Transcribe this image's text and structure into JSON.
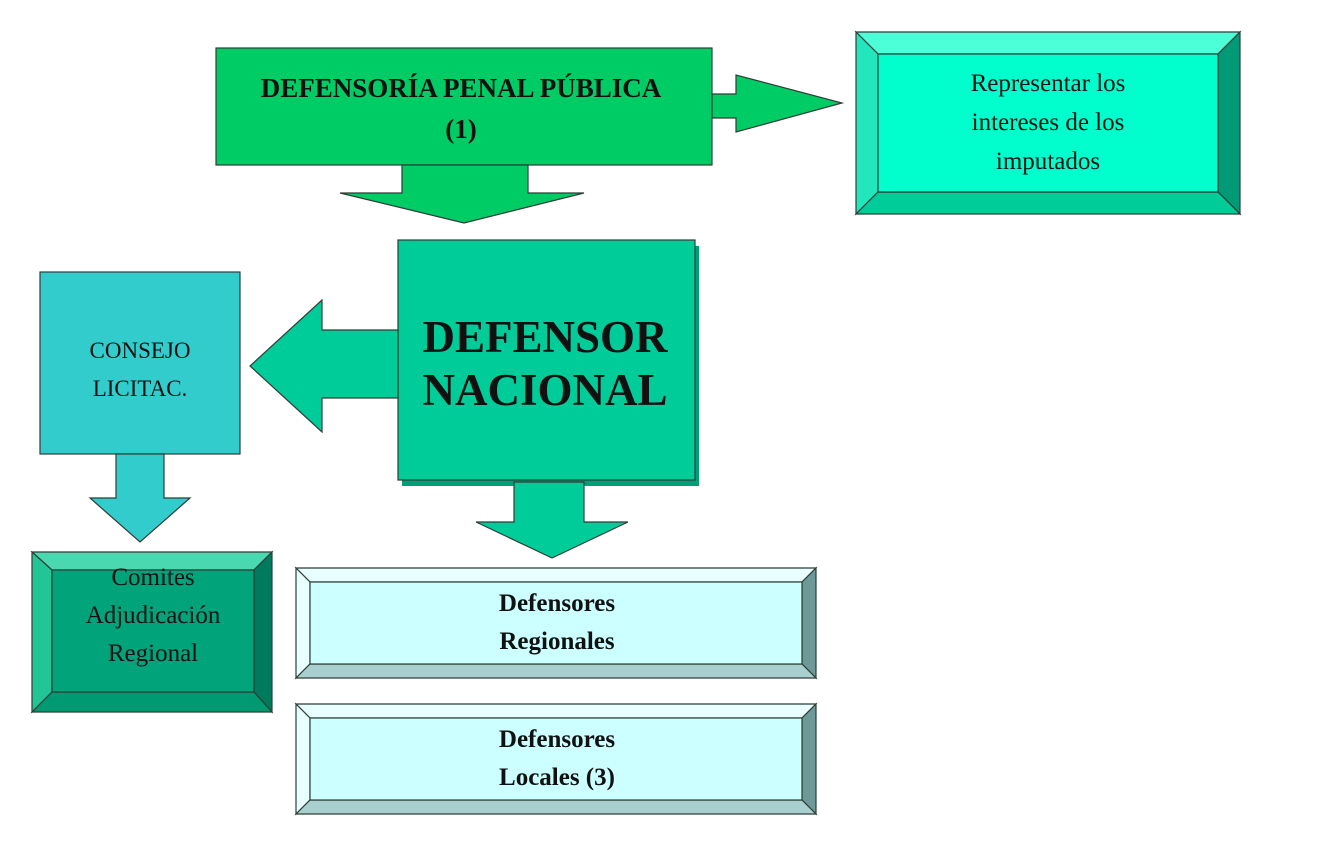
{
  "diagram": {
    "main_box": {
      "title": "DEFENSORÍA PENAL PÚBLICA\n(1)"
    },
    "purpose_box": {
      "text": "Representar los\nintereses de los\nimputados"
    },
    "national_box": {
      "title": "DEFENSOR\nNACIONAL"
    },
    "council_box": {
      "title": "CONSEJO\nLICITAC."
    },
    "committees_box": {
      "title": "Comites\nAdjudicación\nRegional"
    },
    "regional_box": {
      "title": "Defensores\nRegionales"
    },
    "local_box": {
      "title": "Defensores\nLocales (3)"
    }
  },
  "colors": {
    "main_green": "#00cc66",
    "national_green": "#00cc99",
    "purpose_face": "#00ffcc",
    "purpose_dark": "#009a77",
    "council_cyan": "#33cccc",
    "committee_green": "#00a37a",
    "pale_cyan": "#ccffff",
    "pale_cyan_dark": "#6d9999"
  }
}
